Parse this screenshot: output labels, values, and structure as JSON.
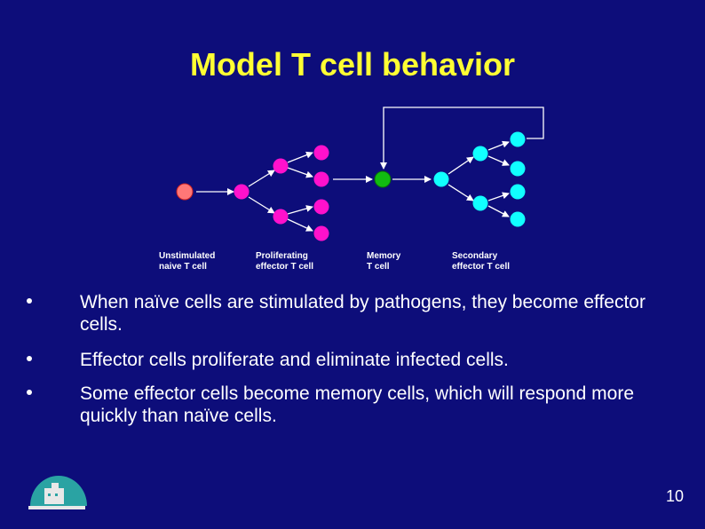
{
  "slide": {
    "title": "Model T cell behavior",
    "captions": {
      "unstimulated": [
        "Unstimulated",
        "naive T cell"
      ],
      "proliferating": [
        "Proliferating",
        "effector T cell"
      ],
      "memory": [
        "Memory",
        "T cell"
      ],
      "secondary": [
        "Secondary",
        "effector T cell"
      ]
    },
    "bullets": [
      "When naïve cells are stimulated by pathogens, they become effector cells.",
      "Effector cells proliferate and eliminate infected cells.",
      "Some effector cells become memory cells, which will respond more quickly than naïve cells."
    ],
    "page_number": "10"
  },
  "colors": {
    "background": "#0d0d7a",
    "title": "#ffff33",
    "naive_cell": "#ff7777",
    "effector_cell": "#ff11cc",
    "memory_cell": "#11bb11",
    "secondary_cell": "#11ffff",
    "arrow": "#ffffff"
  }
}
